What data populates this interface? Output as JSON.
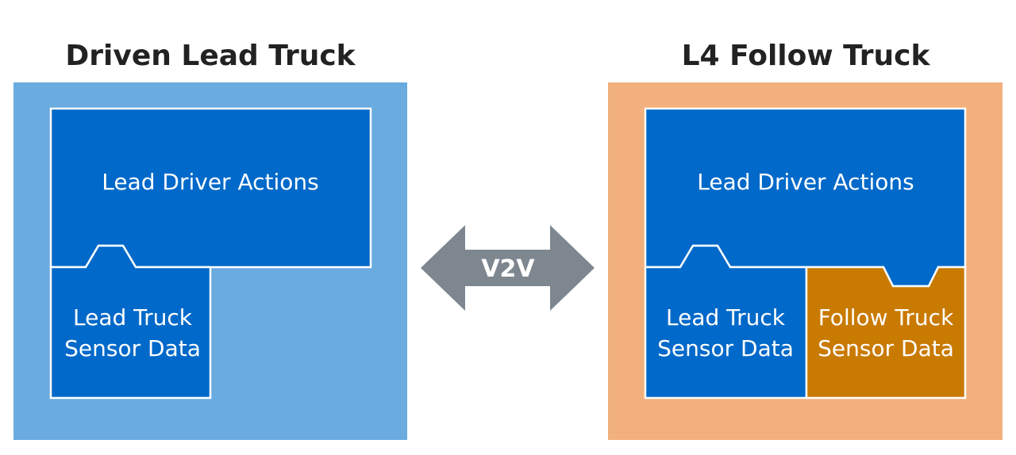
{
  "colors": {
    "lead_panel": "#6aabe0",
    "follow_panel": "#f2b07e",
    "block_blue": "#0069c9",
    "block_orange": "#c97a00",
    "arrow_gray": "#7e878f",
    "border": "#ffffff"
  },
  "left": {
    "title": "Driven Lead Truck",
    "driver_actions": "Lead Driver Actions",
    "sensor_line1": "Lead Truck",
    "sensor_line2": "Sensor Data"
  },
  "right": {
    "title": "L4 Follow Truck",
    "driver_actions": "Lead Driver Actions",
    "lead_sensor_line1": "Lead Truck",
    "lead_sensor_line2": "Sensor Data",
    "follow_sensor_line1": "Follow Truck",
    "follow_sensor_line2": "Sensor Data"
  },
  "link": {
    "label": "V2V"
  }
}
